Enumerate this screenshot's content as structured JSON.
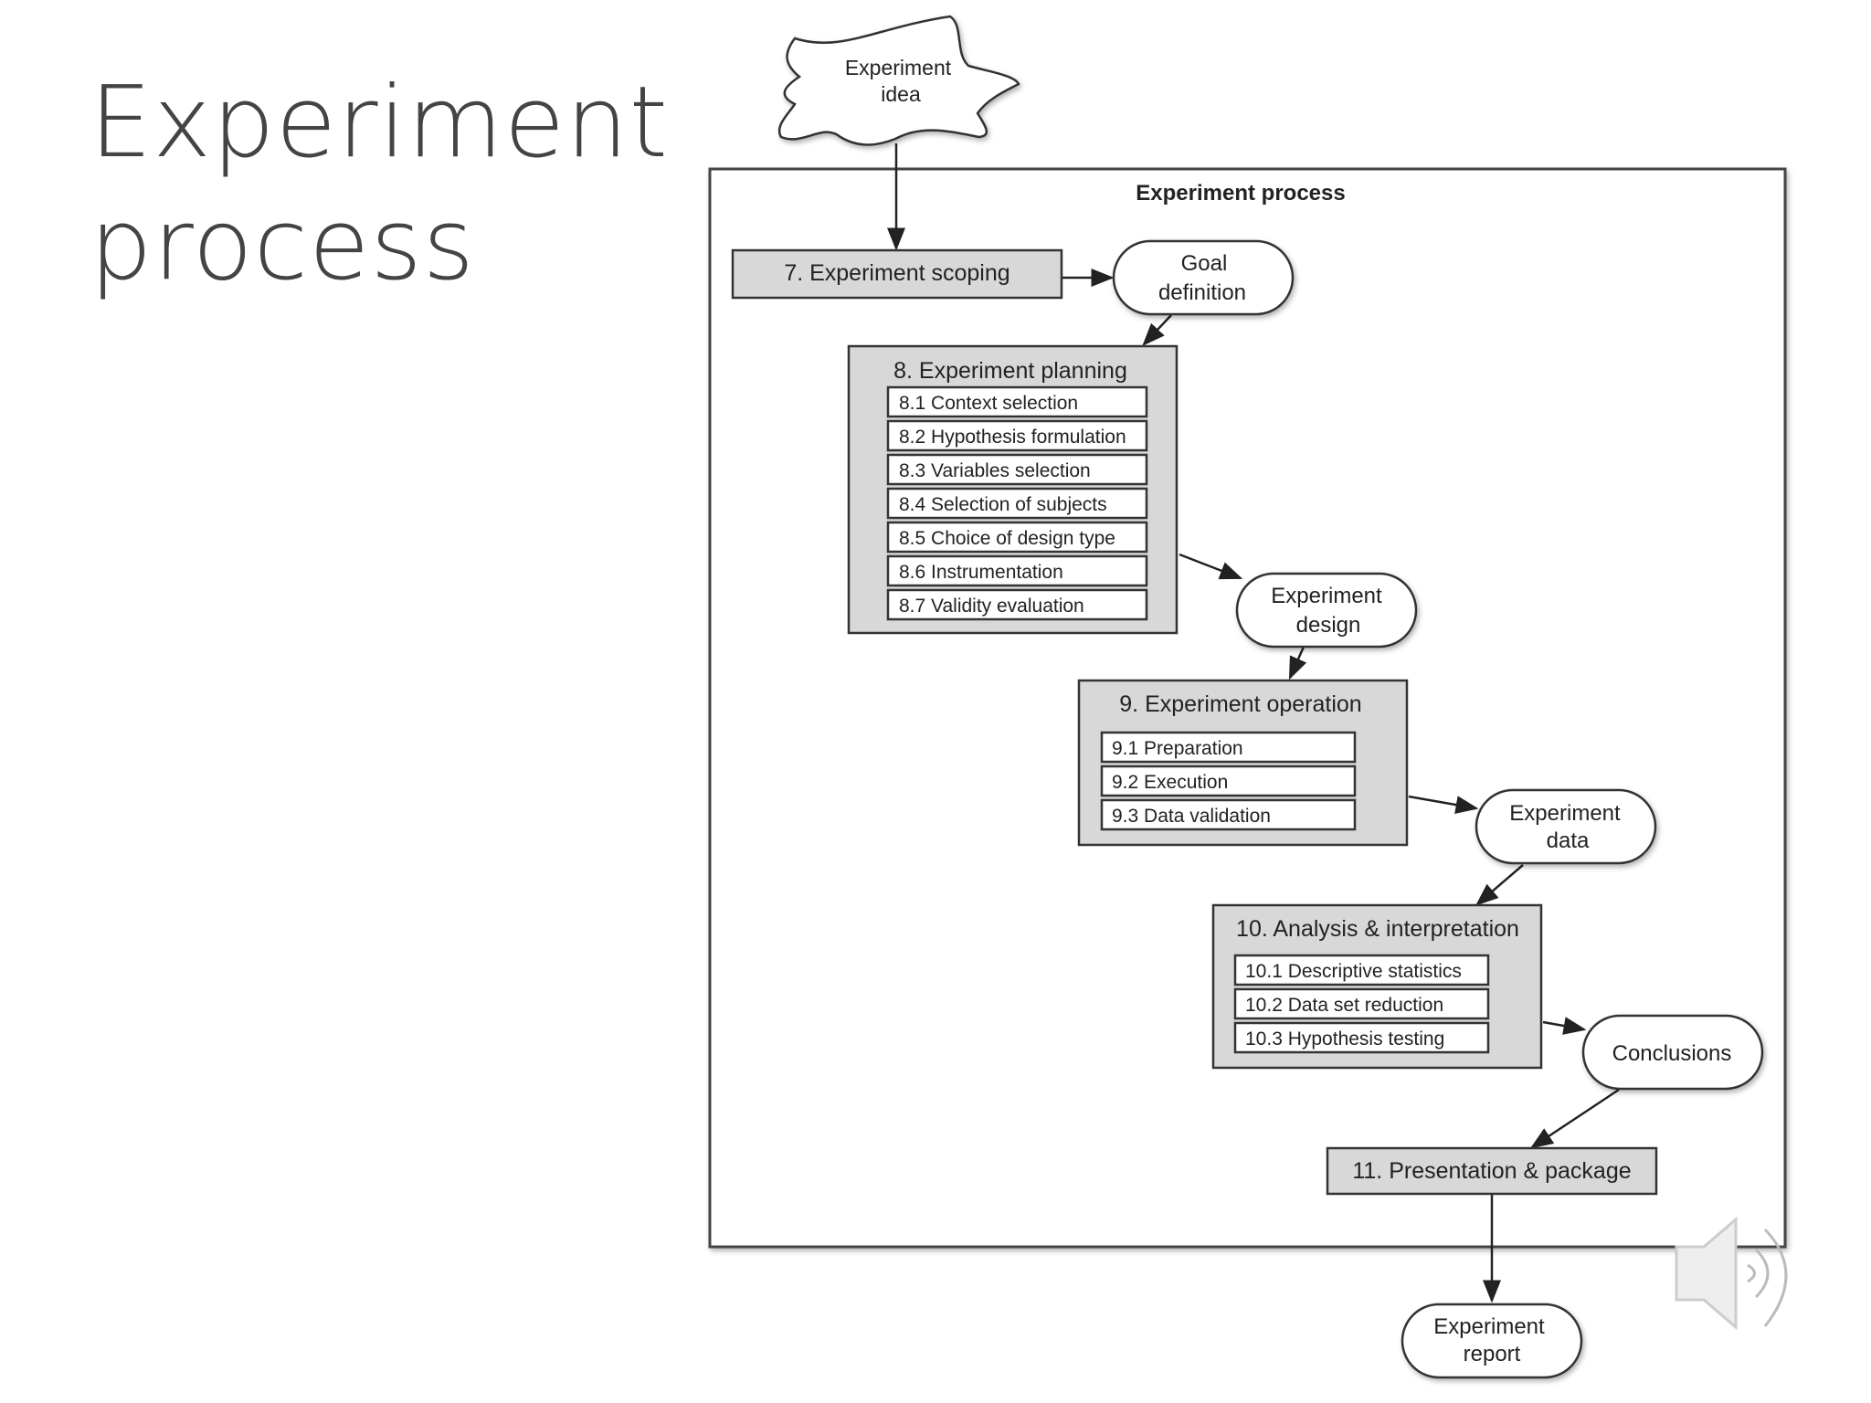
{
  "slide": {
    "title_line1": "Experiment",
    "title_line2": "process"
  },
  "diagram": {
    "idea": [
      "Experiment",
      "idea"
    ],
    "frame_title": "Experiment process",
    "step7": "7. Experiment scoping",
    "goal": [
      "Goal",
      "definition"
    ],
    "step8": {
      "title": "8. Experiment planning",
      "items": [
        "8.1 Context selection",
        "8.2 Hypothesis formulation",
        "8.3 Variables selection",
        "8.4 Selection of subjects",
        "8.5 Choice of design type",
        "8.6 Instrumentation",
        "8.7 Validity evaluation"
      ]
    },
    "design": [
      "Experiment",
      "design"
    ],
    "step9": {
      "title": "9. Experiment operation",
      "items": [
        "9.1 Preparation",
        "9.2 Execution",
        "9.3 Data validation"
      ]
    },
    "data": [
      "Experiment",
      "data"
    ],
    "step10": {
      "title": "10. Analysis & interpretation",
      "items": [
        "10.1 Descriptive statistics",
        "10.2 Data set reduction",
        "10.3 Hypothesis testing"
      ]
    },
    "conclusions": "Conclusions",
    "step11": "11. Presentation & package",
    "report": [
      "Experiment",
      "report"
    ]
  },
  "icons": {
    "audio": "speaker-icon"
  }
}
